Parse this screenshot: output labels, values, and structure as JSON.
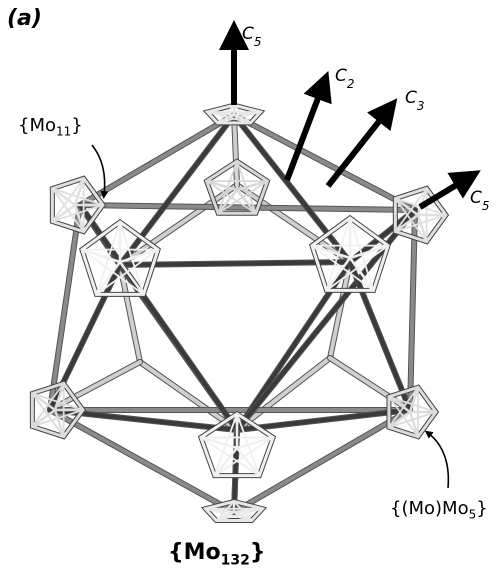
{
  "panel_label": "(a)",
  "axes": {
    "c5_top": {
      "base": "C",
      "sub": "5"
    },
    "c2": {
      "base": "C",
      "sub": "2"
    },
    "c3": {
      "base": "C",
      "sub": "3"
    },
    "c5_right": {
      "base": "C",
      "sub": "5"
    }
  },
  "annotations": {
    "mo11": {
      "prefix": "{Mo",
      "sub": "11",
      "suffix": "}"
    },
    "momo5": {
      "prefix": "{(Mo)Mo",
      "sub": "5",
      "suffix": "}"
    }
  },
  "title": {
    "prefix": "{Mo",
    "sub": "132",
    "suffix": "}"
  },
  "colors": {
    "dark_rod": "#3a3a3a",
    "mid_rod": "#8a8a8a",
    "light_rod": "#cfcfcf",
    "arrow": "#000000"
  }
}
